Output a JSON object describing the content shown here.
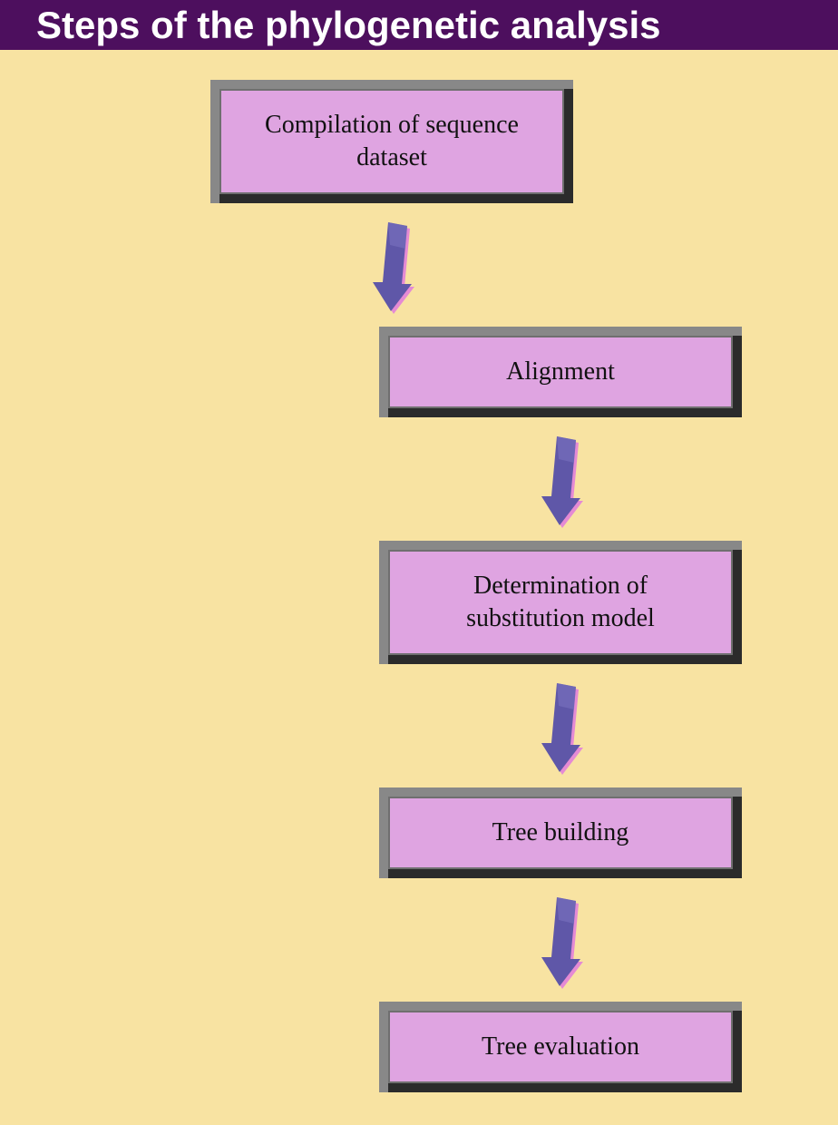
{
  "title": "Steps of the phylogenetic analysis",
  "steps": [
    {
      "label": "Compilation of sequence dataset"
    },
    {
      "label": "Alignment"
    },
    {
      "label": "Determination of substitution model"
    },
    {
      "label": "Tree building"
    },
    {
      "label": "Tree evaluation"
    }
  ],
  "colors": {
    "background": "#f8e3a2",
    "title_bar": "#4d0f5e",
    "title_text": "#ffffff",
    "box_face": "#dfa4e1",
    "box_bevel_light": "#888888",
    "box_bevel_dark": "#2b2b2b",
    "arrow": "#5f57a8",
    "arrow_shadow": "#e58ad4"
  },
  "icons": {
    "arrow": "arrow-down-icon"
  }
}
